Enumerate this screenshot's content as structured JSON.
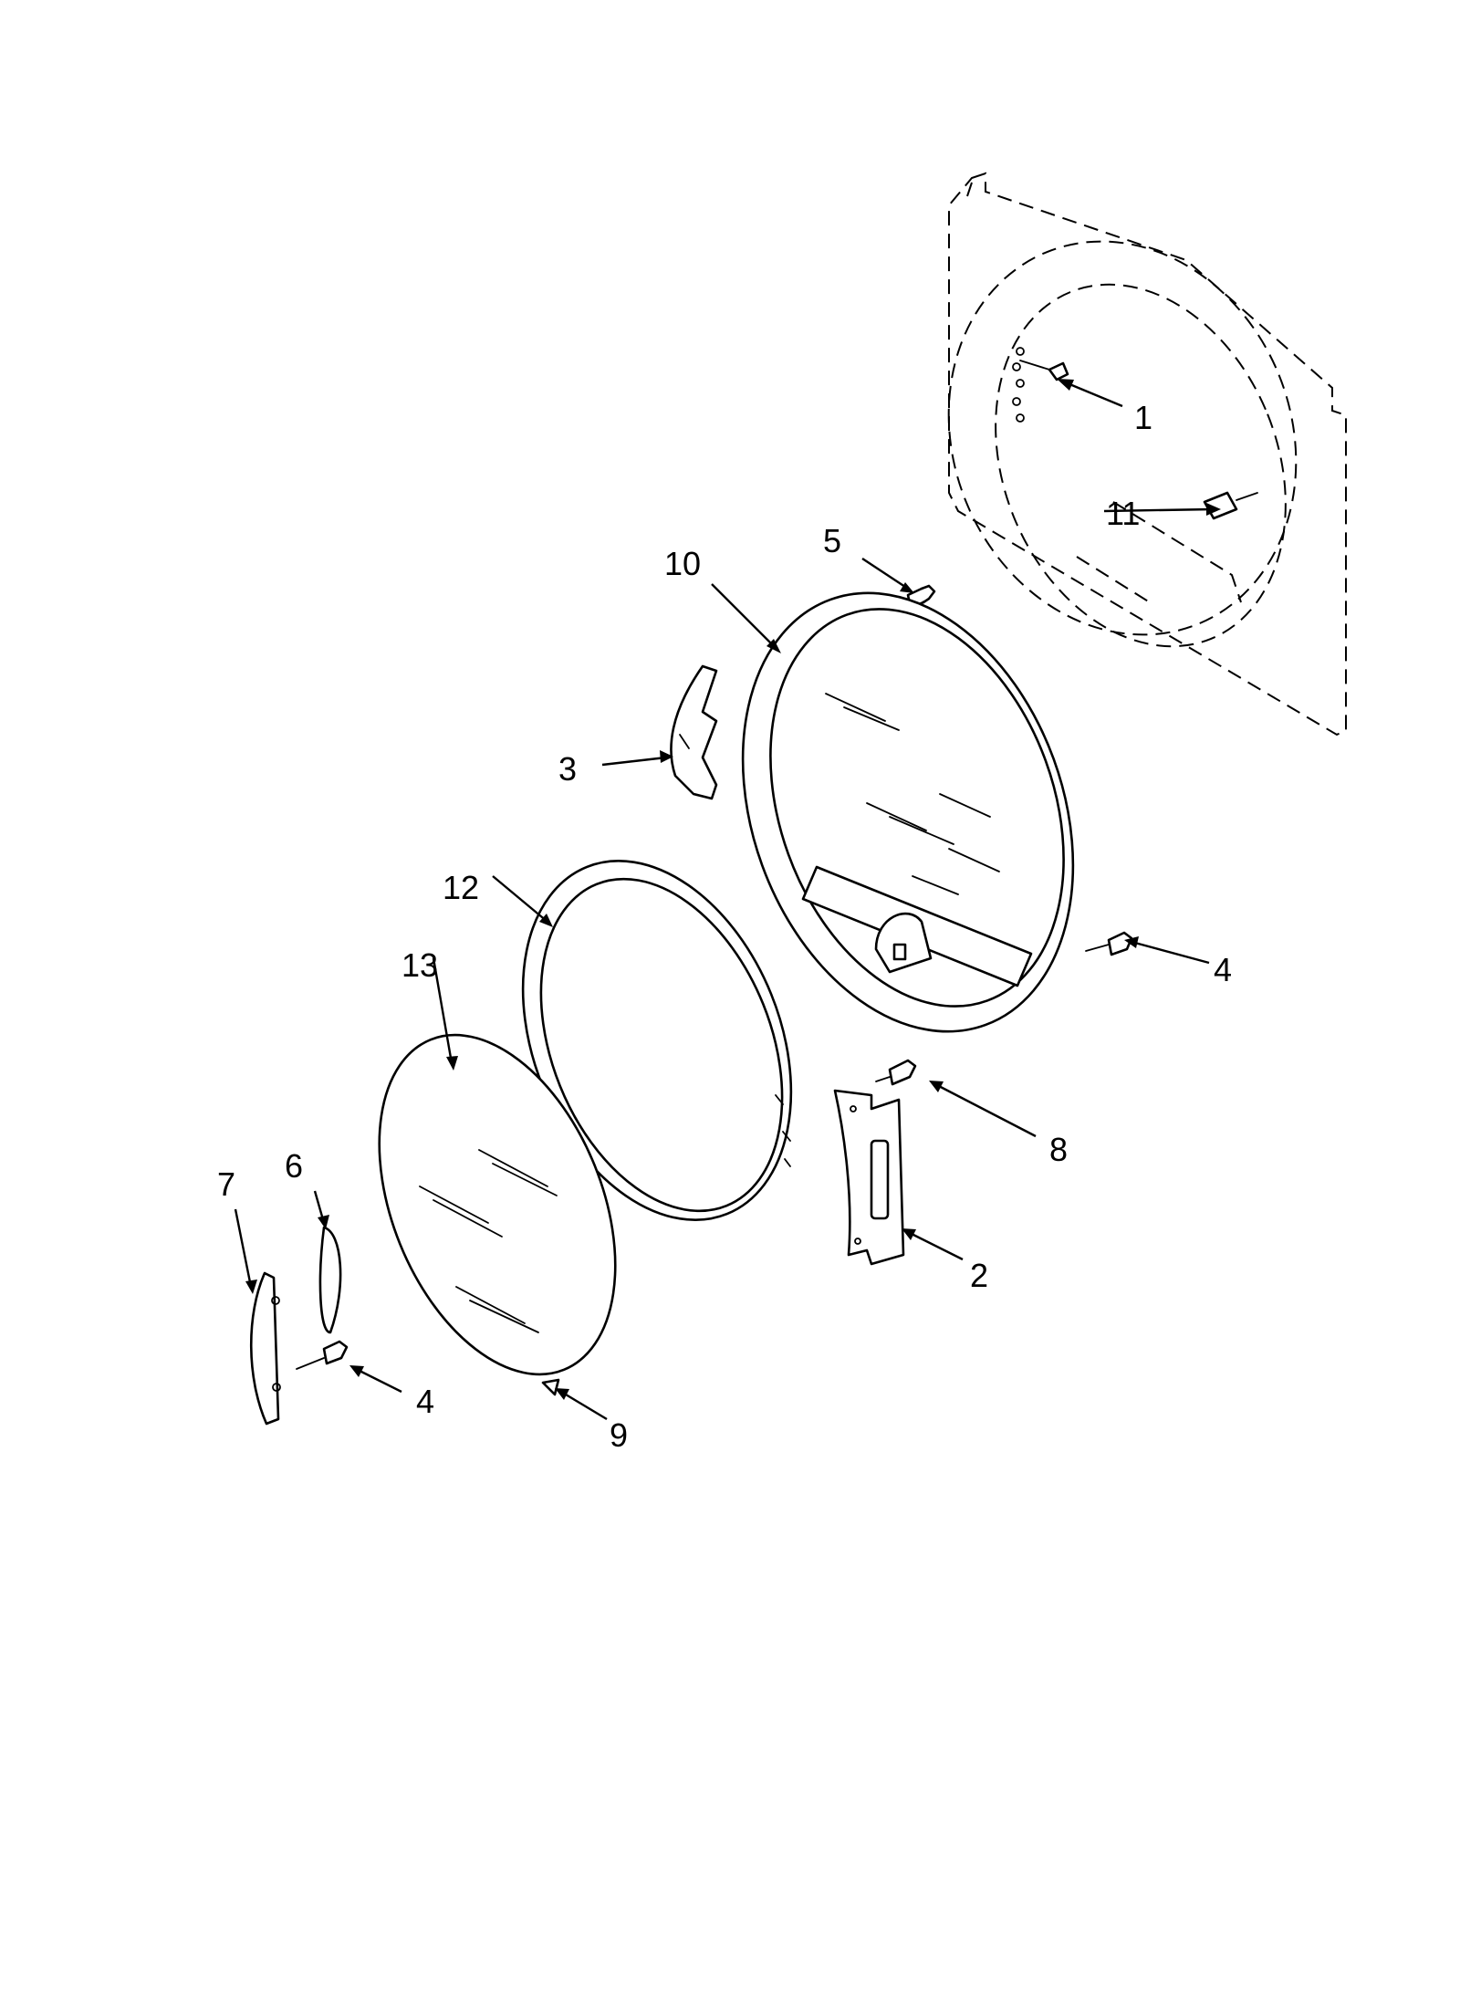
{
  "callouts": [
    {
      "id": "1",
      "text": "1"
    },
    {
      "id": "2",
      "text": "2"
    },
    {
      "id": "3",
      "text": "3"
    },
    {
      "id": "4a",
      "text": "4"
    },
    {
      "id": "4b",
      "text": "4"
    },
    {
      "id": "5",
      "text": "5"
    },
    {
      "id": "6",
      "text": "6"
    },
    {
      "id": "7",
      "text": "7"
    },
    {
      "id": "8",
      "text": "8"
    },
    {
      "id": "9",
      "text": "9"
    },
    {
      "id": "10",
      "text": "10"
    },
    {
      "id": "11",
      "text": "11"
    },
    {
      "id": "12",
      "text": "12"
    },
    {
      "id": "13",
      "text": "13"
    }
  ],
  "icons": [
    "cabinet-front-panel-icon",
    "door-outer-ring-icon",
    "door-inner-gasket-icon",
    "door-glass-icon",
    "hinge-icon",
    "strike-icon",
    "handle-icon",
    "handle-trim-icon",
    "screw-icon"
  ]
}
